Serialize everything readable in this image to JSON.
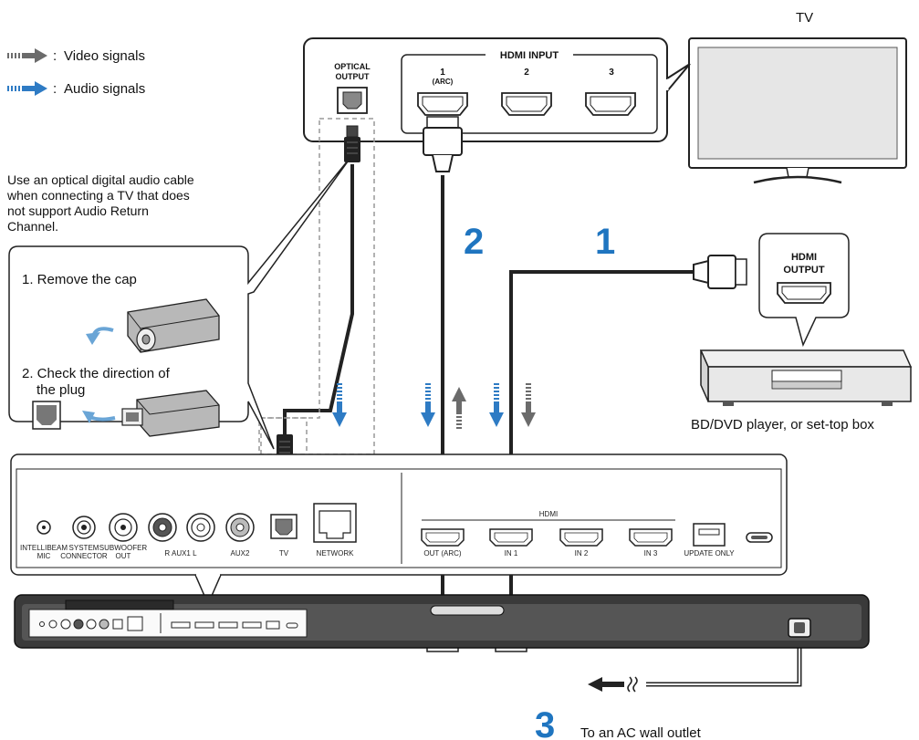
{
  "legend": {
    "video": "Video signals",
    "audio": "Audio signals",
    "separator": ":"
  },
  "tv": {
    "title": "TV",
    "hdmi_input": "HDMI INPUT",
    "port1_num": "1",
    "port1_arc": "(ARC)",
    "port2_num": "2",
    "port3_num": "3",
    "optical_line1": "OPTICAL",
    "optical_line2": "OUTPUT"
  },
  "note": {
    "line1": "Use an optical digital audio cable",
    "line2": "when connecting a TV that does",
    "line3": "not support Audio Return",
    "line4": "Channel."
  },
  "steps_box": {
    "step1": "1. Remove the cap",
    "step2_line1": "2. Check the direction of",
    "step2_line2": "the plug"
  },
  "player": {
    "hdmi": "HDMI",
    "output": "OUTPUT",
    "caption": "BD/DVD player, or set-top box"
  },
  "steps": {
    "one": "1",
    "two": "2",
    "three": "3"
  },
  "ac_outlet": "To an AC wall outlet",
  "panel": {
    "intellibeam_1": "INTELLIBEAM",
    "intellibeam_2": "MIC",
    "system_1": "SYSTEM",
    "system_2": "CONNECTOR",
    "subwoofer_1": "SUBWOOFER",
    "subwoofer_2": "OUT",
    "aux1": "R  AUX1  L",
    "aux2": "AUX2",
    "tv": "TV",
    "network": "NETWORK",
    "hdmi": "HDMI",
    "out_arc": "OUT (ARC)",
    "in1": "IN 1",
    "in2": "IN 2",
    "in3": "IN 3",
    "update_only": "UPDATE ONLY"
  },
  "colors": {
    "audio_arrow": "#2e7bc4",
    "video_arrow": "#6b6b6b",
    "step_number": "#1f75c0",
    "cable": "#222222"
  }
}
